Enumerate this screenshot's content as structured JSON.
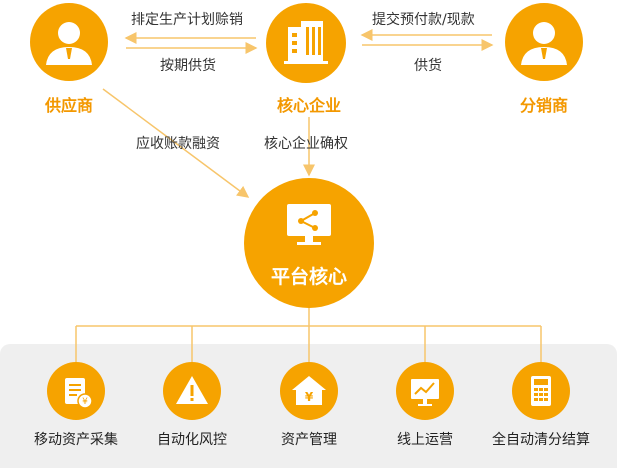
{
  "nodes": {
    "supplier": "供应商",
    "core": "核心企业",
    "distributor": "分销商",
    "platform": "平台核心"
  },
  "edges": {
    "core_to_supplier": "排定生产计划赊销",
    "supplier_to_core": "按期供货",
    "distributor_to_core": "提交预付款/现款",
    "core_to_distributor": "供货",
    "supplier_to_platform": "应收账款融资",
    "core_to_platform": "核心企业确权"
  },
  "features": [
    {
      "label": "移动资产采集",
      "icon": "document-yen-icon"
    },
    {
      "label": "自动化风控",
      "icon": "warning-icon"
    },
    {
      "label": "资产管理",
      "icon": "house-yen-icon"
    },
    {
      "label": "线上运营",
      "icon": "trend-chart-icon"
    },
    {
      "label": "全自动清分结算",
      "icon": "calculator-icon"
    }
  ],
  "colors": {
    "accent": "#F6A300",
    "label_orange": "#F39800",
    "arrow": "#F7C56B",
    "panel": "#EFEFEF"
  }
}
